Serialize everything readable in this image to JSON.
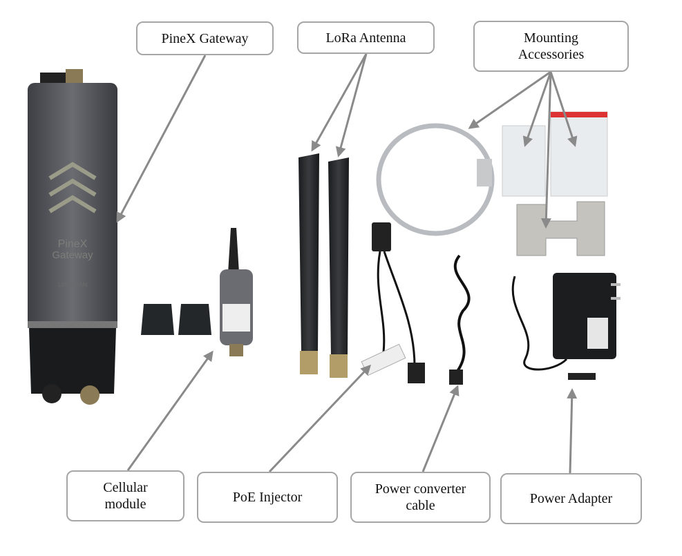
{
  "labels": {
    "gateway": "PineX Gateway",
    "antenna": "LoRa Antenna",
    "mounting": "Mounting Accessories",
    "cellular": "Cellular module",
    "poe": "PoE Injector",
    "converter": "Power converter cable",
    "adapter": "Power Adapter"
  },
  "product_markings": {
    "brand": "PineX Gateway",
    "logo": "LoRaWAN"
  },
  "colors": {
    "arrow": "#8a8a8a",
    "box_border": "#a6a6a6",
    "gateway_body": "#5a5a5e",
    "dark": "#1f2124"
  }
}
